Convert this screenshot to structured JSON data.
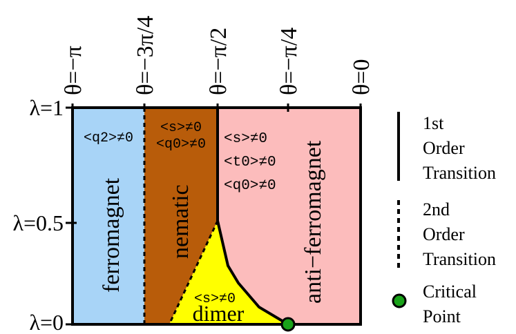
{
  "theta_labels": [
    "θ=−π",
    "θ=−3π/4",
    "θ=−π/2",
    "θ=−π/4",
    "θ=0"
  ],
  "lambda_labels": [
    "λ=1",
    "λ=0.5",
    "λ=0"
  ],
  "phases": {
    "ferromagnet": {
      "name": "ferromagnet",
      "order": "<q2>≠0",
      "color": "#a8d4f7"
    },
    "nematic": {
      "name": "nematic",
      "order_line1": "<s>≠0",
      "order_line2": "<q0>≠0",
      "color": "#b85c0a"
    },
    "antiferromagnet": {
      "name": "anti−ferromagnet",
      "order_line1": "<s>≠0",
      "order_line2": "<t0>≠0",
      "order_line3": "<q0>≠0",
      "color": "#fcbcbc"
    },
    "dimer": {
      "name": "dimer",
      "order": "<s>≠0",
      "color": "#ffff00"
    }
  },
  "legend": {
    "first_order": [
      "1st",
      "Order",
      "Transition"
    ],
    "second_order": [
      "2nd",
      "Order",
      "Transition"
    ],
    "critical_point": [
      "Critical",
      "Point"
    ],
    "critical_color": "#1aa31a"
  }
}
